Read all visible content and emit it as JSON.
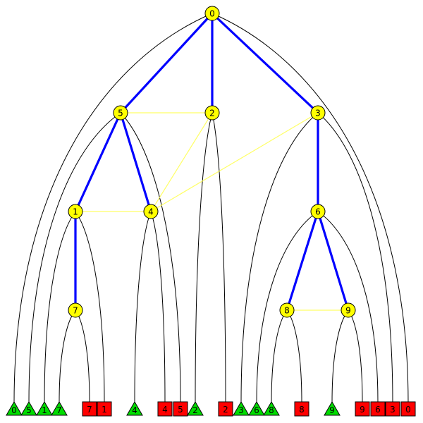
{
  "colors": {
    "tree_edge": "#0000ff",
    "cross_edge": "#ffff66",
    "leaf_edge": "#000000",
    "node_fill": "#ffff00",
    "green_leaf": "#00dd00",
    "red_leaf": "#ff0000"
  },
  "nodes": [
    {
      "id": "n0",
      "label": "0"
    },
    {
      "id": "n5",
      "label": "5"
    },
    {
      "id": "n2",
      "label": "2"
    },
    {
      "id": "n3",
      "label": "3"
    },
    {
      "id": "n1",
      "label": "1"
    },
    {
      "id": "n4",
      "label": "4"
    },
    {
      "id": "n6",
      "label": "6"
    },
    {
      "id": "n7",
      "label": "7"
    },
    {
      "id": "n8",
      "label": "8"
    },
    {
      "id": "n9",
      "label": "9"
    }
  ],
  "leaves": [
    {
      "id": "gL0",
      "label": "0",
      "shape": "triangle"
    },
    {
      "id": "gL5",
      "label": "5",
      "shape": "triangle"
    },
    {
      "id": "gL1",
      "label": "1",
      "shape": "triangle"
    },
    {
      "id": "gL7",
      "label": "7",
      "shape": "triangle"
    },
    {
      "id": "rL7",
      "label": "7",
      "shape": "square"
    },
    {
      "id": "rL1",
      "label": "1",
      "shape": "square"
    },
    {
      "id": "gL4",
      "label": "4",
      "shape": "triangle"
    },
    {
      "id": "rL4",
      "label": "4",
      "shape": "square"
    },
    {
      "id": "rL5",
      "label": "5",
      "shape": "square"
    },
    {
      "id": "gL2",
      "label": "2",
      "shape": "triangle"
    },
    {
      "id": "rL2",
      "label": "2",
      "shape": "square"
    },
    {
      "id": "gL3",
      "label": "3",
      "shape": "triangle"
    },
    {
      "id": "gL6",
      "label": "6",
      "shape": "triangle"
    },
    {
      "id": "gL8",
      "label": "8",
      "shape": "triangle"
    },
    {
      "id": "rL8",
      "label": "8",
      "shape": "square"
    },
    {
      "id": "gL9",
      "label": "9",
      "shape": "triangle"
    },
    {
      "id": "rL9",
      "label": "9",
      "shape": "square"
    },
    {
      "id": "rL6",
      "label": "6",
      "shape": "square"
    },
    {
      "id": "rL3",
      "label": "3",
      "shape": "square"
    },
    {
      "id": "rL0",
      "label": "0",
      "shape": "square"
    }
  ],
  "tree_edges": [
    [
      "n0",
      "n5"
    ],
    [
      "n0",
      "n2"
    ],
    [
      "n0",
      "n3"
    ],
    [
      "n5",
      "n1"
    ],
    [
      "n5",
      "n4"
    ],
    [
      "n1",
      "n7"
    ],
    [
      "n3",
      "n6"
    ],
    [
      "n6",
      "n8"
    ],
    [
      "n6",
      "n9"
    ]
  ],
  "cross_edges": [
    [
      "n5",
      "n2"
    ],
    [
      "n1",
      "n4"
    ],
    [
      "n4",
      "n2"
    ],
    [
      "n4",
      "n3"
    ],
    [
      "n8",
      "n9"
    ]
  ],
  "leaf_edges": [
    [
      "n0",
      "gL0"
    ],
    [
      "n0",
      "rL0"
    ],
    [
      "n5",
      "gL5"
    ],
    [
      "n5",
      "rL5"
    ],
    [
      "n2",
      "gL2"
    ],
    [
      "n2",
      "rL2"
    ],
    [
      "n3",
      "gL3"
    ],
    [
      "n3",
      "rL3"
    ],
    [
      "n1",
      "gL1"
    ],
    [
      "n1",
      "rL1"
    ],
    [
      "n4",
      "gL4"
    ],
    [
      "n4",
      "rL4"
    ],
    [
      "n6",
      "gL6"
    ],
    [
      "n6",
      "rL6"
    ],
    [
      "n7",
      "gL7"
    ],
    [
      "n7",
      "rL7"
    ],
    [
      "n8",
      "gL8"
    ],
    [
      "n8",
      "rL8"
    ],
    [
      "n9",
      "gL9"
    ],
    [
      "n9",
      "rL9"
    ]
  ]
}
